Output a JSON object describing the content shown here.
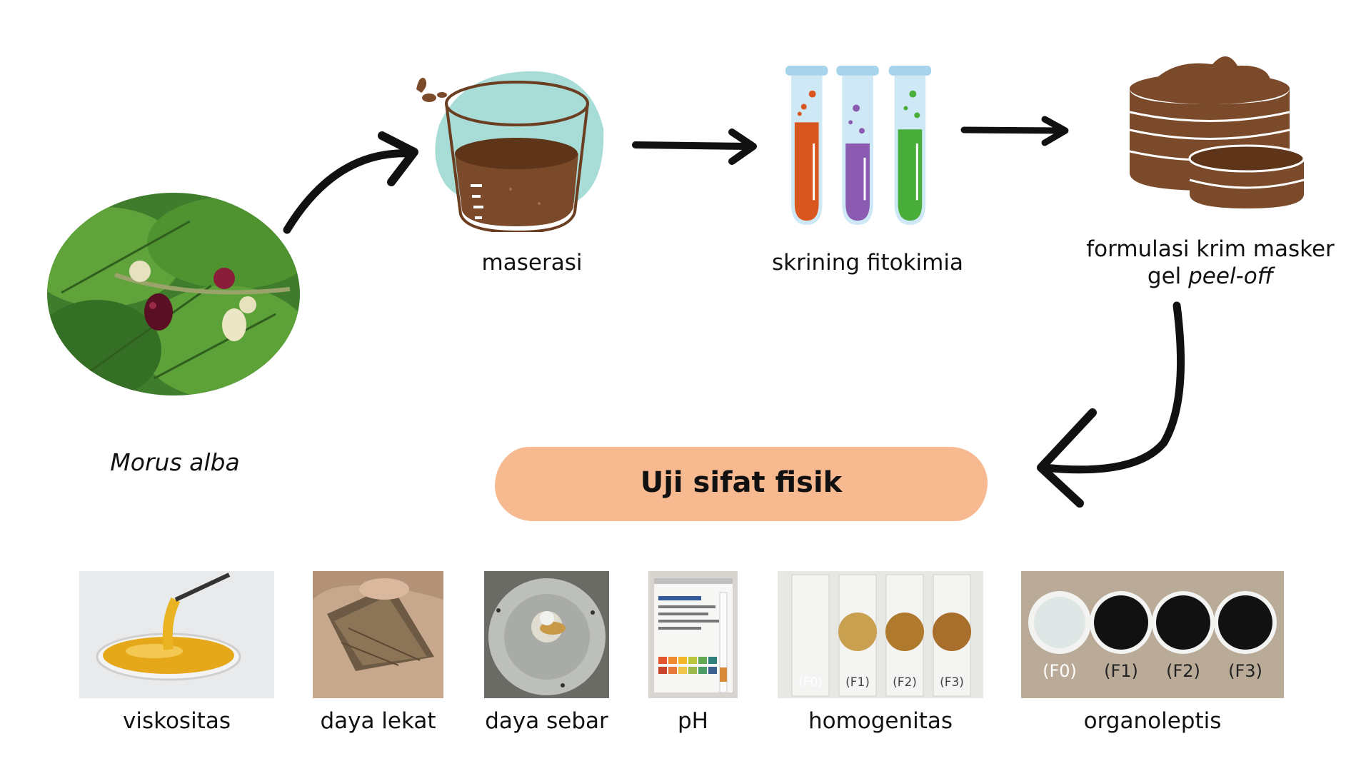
{
  "source": {
    "label": "Morus alba"
  },
  "steps": [
    {
      "label": "maserasi"
    },
    {
      "label": "skrining fitokimia"
    },
    {
      "label_line1": "formulasi krim masker",
      "label_line2_prefix": "gel ",
      "label_line2_italic": "peel-off"
    }
  ],
  "banner": {
    "label": "Uji sifat fisik",
    "color": "#f6b990"
  },
  "tests": [
    {
      "label": "viskositas"
    },
    {
      "label": "daya lekat"
    },
    {
      "label": "daya sebar"
    },
    {
      "label": "pH"
    },
    {
      "label": "homogenitas",
      "sample_labels": [
        "(F0)",
        "(F1)",
        "(F2)",
        "(F3)"
      ]
    },
    {
      "label": "organoleptis",
      "sample_labels": [
        "(F0)",
        "(F1)",
        "(F2)",
        "(F3)"
      ]
    }
  ],
  "colors": {
    "arrow": "#111111",
    "cream": "#7a4a2b",
    "tube_orange": "#d9571e",
    "tube_purple": "#8a5bb0",
    "tube_green": "#49ad3a",
    "beaker_bg": "#a8dcd6"
  }
}
